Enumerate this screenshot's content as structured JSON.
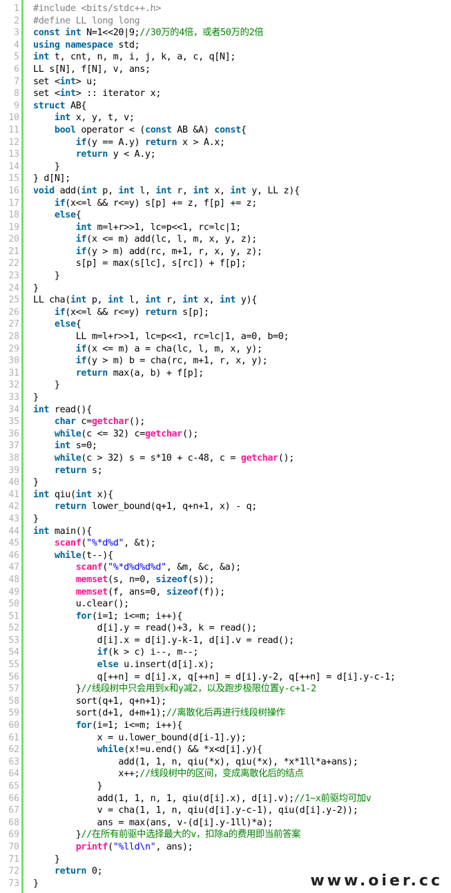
{
  "editor": {
    "colors": {
      "guide_line": "#6ce26c",
      "line_number": "#afafaf",
      "preprocessor": "#808080",
      "keyword": "#006699",
      "function": "#ff1493",
      "string": "#0000ff",
      "comment": "#008200",
      "plain": "#000000"
    },
    "watermark": "www.oier.cc",
    "lines": [
      [
        [
          "p",
          "#include <bits/stdc++.h>"
        ]
      ],
      [
        [
          "p",
          "#define LL long long"
        ]
      ],
      [
        [
          "k",
          "const"
        ],
        [
          "n",
          " "
        ],
        [
          "k",
          "int"
        ],
        [
          "n",
          " N=1<<20|9;"
        ],
        [
          "c",
          "//30万的4倍，或者50万的2倍"
        ]
      ],
      [
        [
          "k",
          "using"
        ],
        [
          "n",
          " "
        ],
        [
          "k",
          "namespace"
        ],
        [
          "n",
          " std;"
        ]
      ],
      [
        [
          "k",
          "int"
        ],
        [
          "n",
          " t, cnt, n, m, i, j, k, a, c, q[N];"
        ]
      ],
      [
        [
          "n",
          "LL s[N], f[N], v, ans;"
        ]
      ],
      [
        [
          "n",
          "set <"
        ],
        [
          "k",
          "int"
        ],
        [
          "n",
          "> u;"
        ]
      ],
      [
        [
          "n",
          "set <"
        ],
        [
          "k",
          "int"
        ],
        [
          "n",
          "> :: iterator x;"
        ]
      ],
      [
        [
          "k",
          "struct"
        ],
        [
          "n",
          " AB{"
        ]
      ],
      [
        [
          "n",
          "    "
        ],
        [
          "k",
          "int"
        ],
        [
          "n",
          " x, y, t, v;"
        ]
      ],
      [
        [
          "n",
          "    "
        ],
        [
          "k",
          "bool"
        ],
        [
          "n",
          " operator < ("
        ],
        [
          "k",
          "const"
        ],
        [
          "n",
          " AB &A) "
        ],
        [
          "k",
          "const"
        ],
        [
          "n",
          "{"
        ]
      ],
      [
        [
          "n",
          "        "
        ],
        [
          "k",
          "if"
        ],
        [
          "n",
          "(y == A.y) "
        ],
        [
          "k",
          "return"
        ],
        [
          "n",
          " x > A.x;"
        ]
      ],
      [
        [
          "n",
          "        "
        ],
        [
          "k",
          "return"
        ],
        [
          "n",
          " y < A.y;"
        ]
      ],
      [
        [
          "n",
          "    }"
        ]
      ],
      [
        [
          "n",
          "} d[N];"
        ]
      ],
      [
        [
          "k",
          "void"
        ],
        [
          "n",
          " add("
        ],
        [
          "k",
          "int"
        ],
        [
          "n",
          " p, "
        ],
        [
          "k",
          "int"
        ],
        [
          "n",
          " l, "
        ],
        [
          "k",
          "int"
        ],
        [
          "n",
          " r, "
        ],
        [
          "k",
          "int"
        ],
        [
          "n",
          " x, "
        ],
        [
          "k",
          "int"
        ],
        [
          "n",
          " y, LL z){"
        ]
      ],
      [
        [
          "n",
          "    "
        ],
        [
          "k",
          "if"
        ],
        [
          "n",
          "(x<=l && r<=y) s[p] += z, f[p] += z;"
        ]
      ],
      [
        [
          "n",
          "    "
        ],
        [
          "k",
          "else"
        ],
        [
          "n",
          "{"
        ]
      ],
      [
        [
          "n",
          "        "
        ],
        [
          "k",
          "int"
        ],
        [
          "n",
          " m=l+r>>1, lc=p<<1, rc=lc|1;"
        ]
      ],
      [
        [
          "n",
          "        "
        ],
        [
          "k",
          "if"
        ],
        [
          "n",
          "(x <= m) add(lc, l, m, x, y, z);"
        ]
      ],
      [
        [
          "n",
          "        "
        ],
        [
          "k",
          "if"
        ],
        [
          "n",
          "(y > m) add(rc, m+1, r, x, y, z);"
        ]
      ],
      [
        [
          "n",
          "        s[p] = max(s[lc], s[rc]) + f[p];"
        ]
      ],
      [
        [
          "n",
          "    }"
        ]
      ],
      [
        [
          "n",
          "}"
        ]
      ],
      [
        [
          "n",
          "LL cha("
        ],
        [
          "k",
          "int"
        ],
        [
          "n",
          " p, "
        ],
        [
          "k",
          "int"
        ],
        [
          "n",
          " l, "
        ],
        [
          "k",
          "int"
        ],
        [
          "n",
          " r, "
        ],
        [
          "k",
          "int"
        ],
        [
          "n",
          " x, "
        ],
        [
          "k",
          "int"
        ],
        [
          "n",
          " y){"
        ]
      ],
      [
        [
          "n",
          "    "
        ],
        [
          "k",
          "if"
        ],
        [
          "n",
          "(x<=l && r<=y) "
        ],
        [
          "k",
          "return"
        ],
        [
          "n",
          " s[p];"
        ]
      ],
      [
        [
          "n",
          "    "
        ],
        [
          "k",
          "else"
        ],
        [
          "n",
          "{"
        ]
      ],
      [
        [
          "n",
          "        LL m=l+r>>1, lc=p<<1, rc=lc|1, a=0, b=0;"
        ]
      ],
      [
        [
          "n",
          "        "
        ],
        [
          "k",
          "if"
        ],
        [
          "n",
          "(x <= m) a = cha(lc, l, m, x, y);"
        ]
      ],
      [
        [
          "n",
          "        "
        ],
        [
          "k",
          "if"
        ],
        [
          "n",
          "(y > m) b = cha(rc, m+1, r, x, y);"
        ]
      ],
      [
        [
          "n",
          "        "
        ],
        [
          "k",
          "return"
        ],
        [
          "n",
          " max(a, b) + f[p];"
        ]
      ],
      [
        [
          "n",
          "    }"
        ]
      ],
      [
        [
          "n",
          "}"
        ]
      ],
      [
        [
          "k",
          "int"
        ],
        [
          "n",
          " read(){"
        ]
      ],
      [
        [
          "n",
          "    "
        ],
        [
          "k",
          "char"
        ],
        [
          "n",
          " c="
        ],
        [
          "f",
          "getchar"
        ],
        [
          "n",
          "();"
        ]
      ],
      [
        [
          "n",
          "    "
        ],
        [
          "k",
          "while"
        ],
        [
          "n",
          "(c <= 32) c="
        ],
        [
          "f",
          "getchar"
        ],
        [
          "n",
          "();"
        ]
      ],
      [
        [
          "n",
          "    "
        ],
        [
          "k",
          "int"
        ],
        [
          "n",
          " s=0;"
        ]
      ],
      [
        [
          "n",
          "    "
        ],
        [
          "k",
          "while"
        ],
        [
          "n",
          "(c > 32) s = s*10 + c-48, c = "
        ],
        [
          "f",
          "getchar"
        ],
        [
          "n",
          "();"
        ]
      ],
      [
        [
          "n",
          "    "
        ],
        [
          "k",
          "return"
        ],
        [
          "n",
          " s;"
        ]
      ],
      [
        [
          "n",
          "}"
        ]
      ],
      [
        [
          "k",
          "int"
        ],
        [
          "n",
          " qiu("
        ],
        [
          "k",
          "int"
        ],
        [
          "n",
          " x){"
        ]
      ],
      [
        [
          "n",
          "    "
        ],
        [
          "k",
          "return"
        ],
        [
          "n",
          " lower_bound(q+1, q+n+1, x) - q;"
        ]
      ],
      [
        [
          "n",
          "}"
        ]
      ],
      [
        [
          "k",
          "int"
        ],
        [
          "n",
          " main(){"
        ]
      ],
      [
        [
          "n",
          "    "
        ],
        [
          "f",
          "scanf"
        ],
        [
          "n",
          "("
        ],
        [
          "s",
          "\"%*d%d\""
        ],
        [
          "n",
          ", &t);"
        ]
      ],
      [
        [
          "n",
          "    "
        ],
        [
          "k",
          "while"
        ],
        [
          "n",
          "(t--){"
        ]
      ],
      [
        [
          "n",
          "        "
        ],
        [
          "f",
          "scanf"
        ],
        [
          "n",
          "("
        ],
        [
          "s",
          "\"%*d%d%d%d\""
        ],
        [
          "n",
          ", &m, &c, &a);"
        ]
      ],
      [
        [
          "n",
          "        "
        ],
        [
          "f",
          "memset"
        ],
        [
          "n",
          "(s, n=0, "
        ],
        [
          "k",
          "sizeof"
        ],
        [
          "n",
          "(s));"
        ]
      ],
      [
        [
          "n",
          "        "
        ],
        [
          "f",
          "memset"
        ],
        [
          "n",
          "(f, ans=0, "
        ],
        [
          "k",
          "sizeof"
        ],
        [
          "n",
          "(f));"
        ]
      ],
      [
        [
          "n",
          "        u.clear();"
        ]
      ],
      [
        [
          "n",
          "        "
        ],
        [
          "k",
          "for"
        ],
        [
          "n",
          "(i=1; i<=m; i++){"
        ]
      ],
      [
        [
          "n",
          "            d[i].y = read()+3, k = read();"
        ]
      ],
      [
        [
          "n",
          "            d[i].x = d[i].y-k-1, d[i].v = read();"
        ]
      ],
      [
        [
          "n",
          "            "
        ],
        [
          "k",
          "if"
        ],
        [
          "n",
          "(k > c) i--, m--;"
        ]
      ],
      [
        [
          "n",
          "            "
        ],
        [
          "k",
          "else"
        ],
        [
          "n",
          " u.insert(d[i].x);"
        ]
      ],
      [
        [
          "n",
          "            q[++n] = d[i].x, q[++n] = d[i].y-2, q[++n] = d[i].y-c-1;"
        ]
      ],
      [
        [
          "n",
          "        }"
        ],
        [
          "c",
          "//线段树中只会用到x和y减2，以及跑步极限位置y-c+1-2"
        ]
      ],
      [
        [
          "n",
          "        sort(q+1, q+n+1);"
        ]
      ],
      [
        [
          "n",
          "        sort(d+1, d+m+1);"
        ],
        [
          "c",
          "//离散化后再进行线段树操作"
        ]
      ],
      [
        [
          "n",
          "        "
        ],
        [
          "k",
          "for"
        ],
        [
          "n",
          "(i=1; i<=m; i++){"
        ]
      ],
      [
        [
          "n",
          "            x = u.lower_bound(d[i-1].y);"
        ]
      ],
      [
        [
          "n",
          "            "
        ],
        [
          "k",
          "while"
        ],
        [
          "n",
          "(x!=u.end() && *x<d[i].y){"
        ]
      ],
      [
        [
          "n",
          "                add(1, 1, n, qiu(*x), qiu(*x), *x*1ll*a+ans);"
        ]
      ],
      [
        [
          "n",
          "                x++;"
        ],
        [
          "c",
          "//线段树中的区间，变成离散化后的结点"
        ]
      ],
      [
        [
          "n",
          "            }"
        ]
      ],
      [
        [
          "n",
          "            add(1, 1, n, 1, qiu(d[i].x), d[i].v);"
        ],
        [
          "c",
          "//1~x前驱均可加v"
        ]
      ],
      [
        [
          "n",
          "            v = cha(1, 1, n, qiu(d[i].y-c-1), qiu(d[i].y-2));"
        ]
      ],
      [
        [
          "n",
          "            ans = max(ans, v-(d[i].y-1ll)*a);"
        ]
      ],
      [
        [
          "n",
          "        }"
        ],
        [
          "c",
          "//在所有前驱中选择最大的v，扣除a的费用即当前答案"
        ]
      ],
      [
        [
          "n",
          "        "
        ],
        [
          "f",
          "printf"
        ],
        [
          "n",
          "("
        ],
        [
          "s",
          "\"%lld\\n\""
        ],
        [
          "n",
          ", ans);"
        ]
      ],
      [
        [
          "n",
          "    }"
        ]
      ],
      [
        [
          "n",
          "    "
        ],
        [
          "k",
          "return"
        ],
        [
          "n",
          " 0;"
        ]
      ],
      [
        [
          "n",
          "}"
        ]
      ]
    ]
  }
}
